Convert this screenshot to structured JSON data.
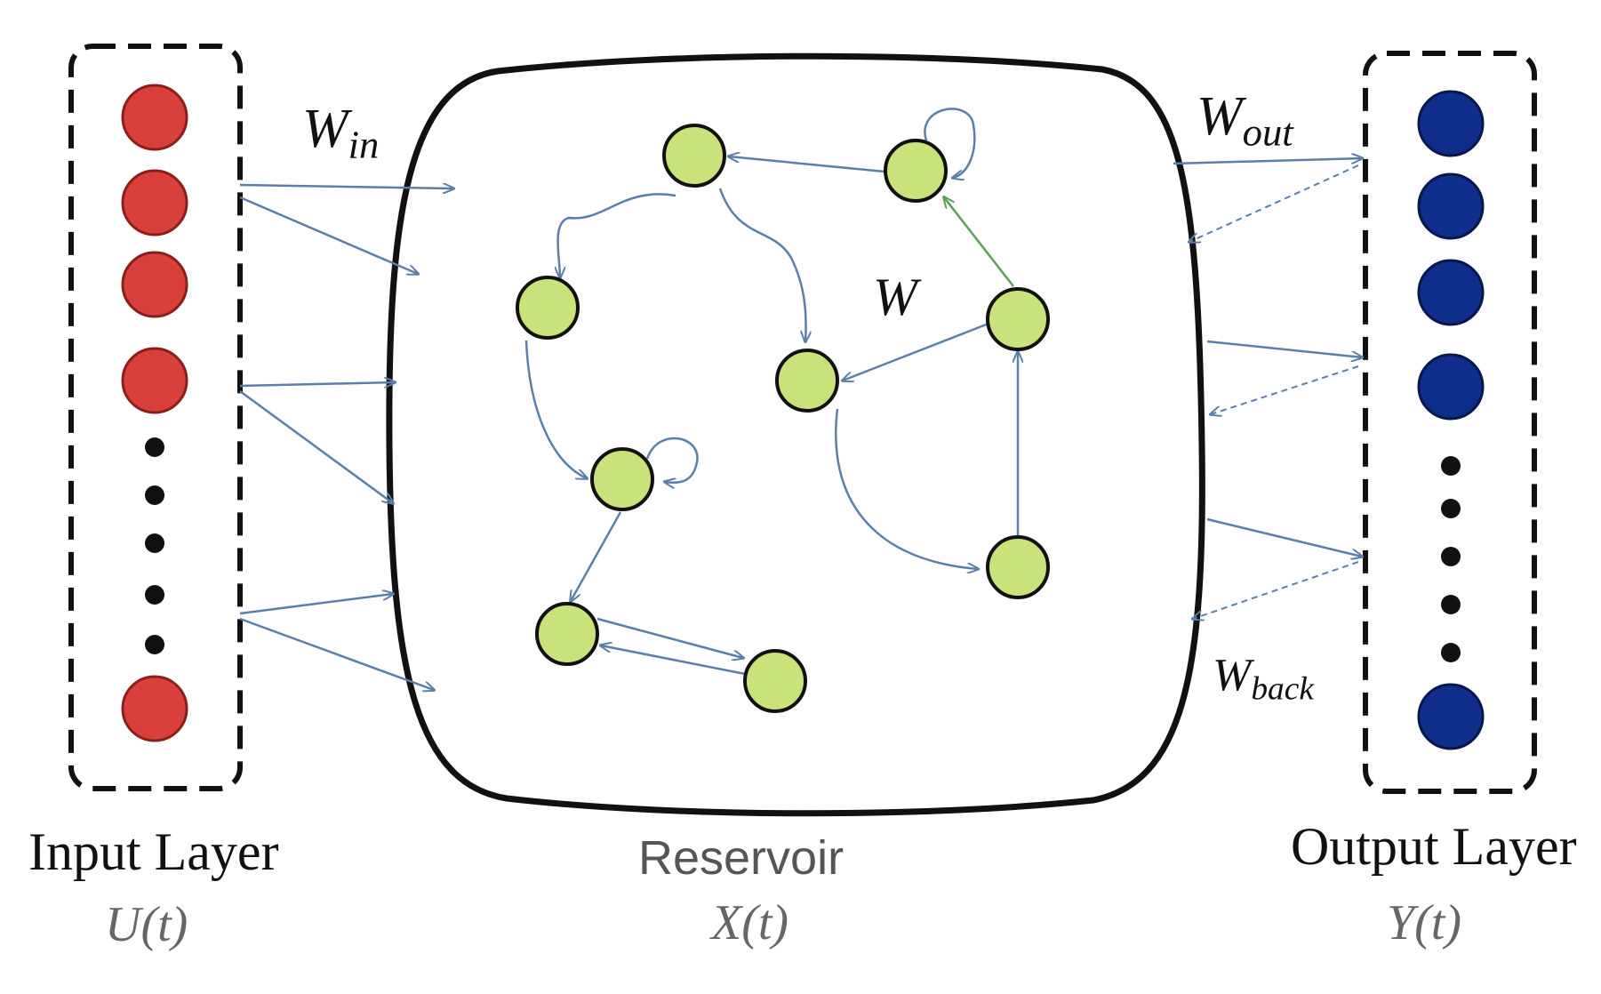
{
  "input_layer": {
    "title": "Input Layer",
    "signal": "U(t)"
  },
  "reservoir": {
    "title": "Reservoir",
    "signal": "X(t)",
    "weight_label": "W"
  },
  "output_layer": {
    "title": "Output Layer",
    "signal": "Y(t)"
  },
  "weights": {
    "input": {
      "base": "W",
      "sub": "in"
    },
    "output": {
      "base": "W",
      "sub": "out"
    },
    "feedback": {
      "base": "W",
      "sub": "back"
    }
  },
  "colors": {
    "input_node": "#d9403c",
    "reservoir_node": "#c9e27a",
    "output_node": "#0f2e8c",
    "arrow": "#5b7fa8",
    "green_edge": "#5aa05a",
    "border": "#111111"
  }
}
